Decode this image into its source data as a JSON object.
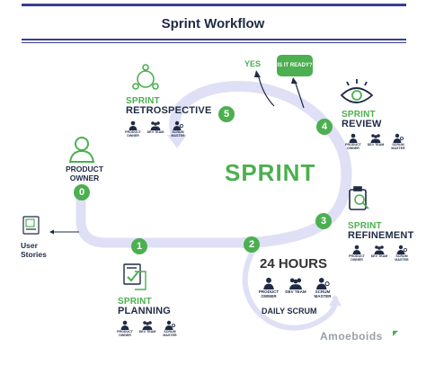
{
  "title": "Sprint Workflow",
  "center_label": "SPRINT",
  "colors": {
    "accent": "#4caf50",
    "navy": "#3a3d8f",
    "loop": "#dfe0f5",
    "text": "#1f2a44"
  },
  "product_owner": {
    "number": "0",
    "label": "PRODUCT OWNER"
  },
  "user_stories": "User Stories",
  "decision": {
    "question": "IS IT READY?",
    "yes": "YES"
  },
  "roles": {
    "po": "PRODUCT OWNER",
    "dev": "DEV TEAM",
    "sm": "SCRUM MASTER"
  },
  "stages": [
    {
      "number": "1",
      "line1": "SPRINT",
      "line2": "PLANNING",
      "icon": "planning-checklist-icon"
    },
    {
      "number": "2",
      "hours": "24 HOURS",
      "line2": "DAILY SCRUM",
      "icon": "team-icon"
    },
    {
      "number": "3",
      "line1": "SPRINT",
      "line2": "REFINEMENT",
      "icon": "clipboard-search-icon"
    },
    {
      "number": "4",
      "line1": "SPRINT",
      "line2": "REVIEW",
      "icon": "eye-icon"
    },
    {
      "number": "5",
      "line1": "SPRINT",
      "line2": "RETROSPECTIVE",
      "icon": "people-circle-icon"
    }
  ],
  "brand": "Amoeboids"
}
